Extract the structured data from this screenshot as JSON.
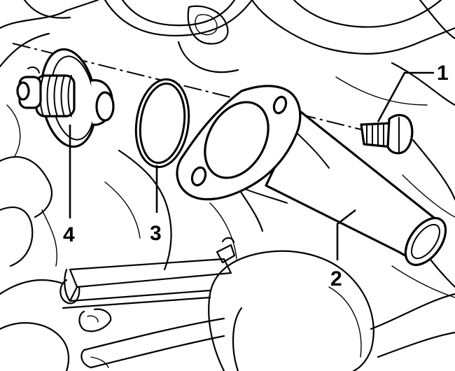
{
  "callouts": {
    "bolt": "1",
    "coolant_flange": "2",
    "o_ring": "3",
    "thermostat": "4"
  },
  "colors": {
    "line": "#000000",
    "background": "#ffffff"
  }
}
